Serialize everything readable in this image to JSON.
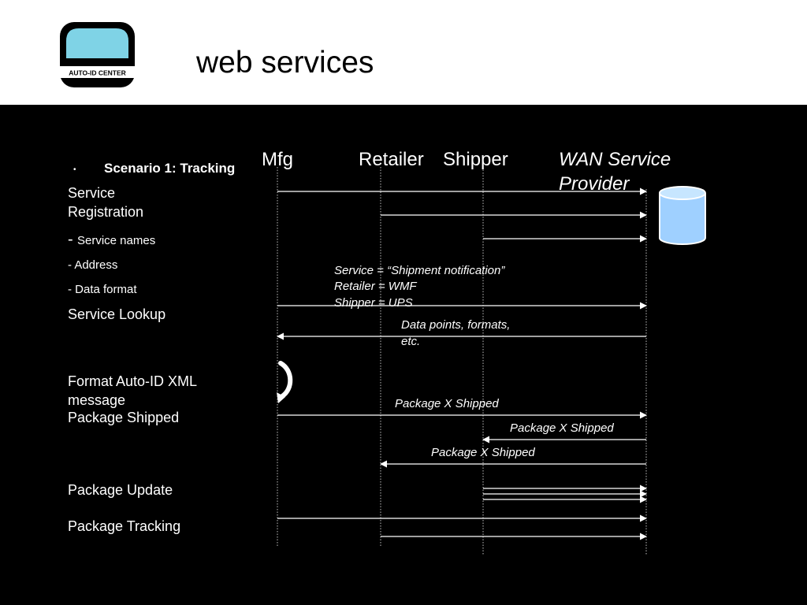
{
  "slide": {
    "title": "web services",
    "logo_text": "AUTO-ID CENTER"
  },
  "scenario": {
    "bullet": "•",
    "label": "Scenario 1: Tracking"
  },
  "columns": {
    "mfg": "Mfg",
    "retailer": "Retailer",
    "shipper": "Shipper",
    "wan_line1": "WAN Service",
    "wan_line2": "Provider"
  },
  "left_labels": {
    "service_registration_1": "Service",
    "service_registration_2": "Registration",
    "service_names_dash": "-",
    "service_names": "Service names",
    "address": "- Address",
    "data_format": "- Data format",
    "service_lookup": "Service Lookup",
    "format_xml_1": "Format Auto-ID XML",
    "format_xml_2": "message",
    "package_shipped": "Package Shipped",
    "package_update": "Package Update",
    "package_tracking": "Package Tracking"
  },
  "notes": {
    "service_line": "Service = “Shipment notification”",
    "retailer_line": "Retailer = WMF",
    "shipper_line": "Shipper = UPS",
    "data_points_1": "Data points, formats,",
    "data_points_2": "etc.",
    "pkg_shipped_1": "Package X Shipped",
    "pkg_shipped_2": "Package X Shipped",
    "pkg_shipped_3": "Package X Shipped"
  },
  "colors": {
    "background": "#000000",
    "header": "#ffffff",
    "text": "#ffffff",
    "database": "#9fd0ff",
    "logo_screen": "#7fd3e6"
  }
}
